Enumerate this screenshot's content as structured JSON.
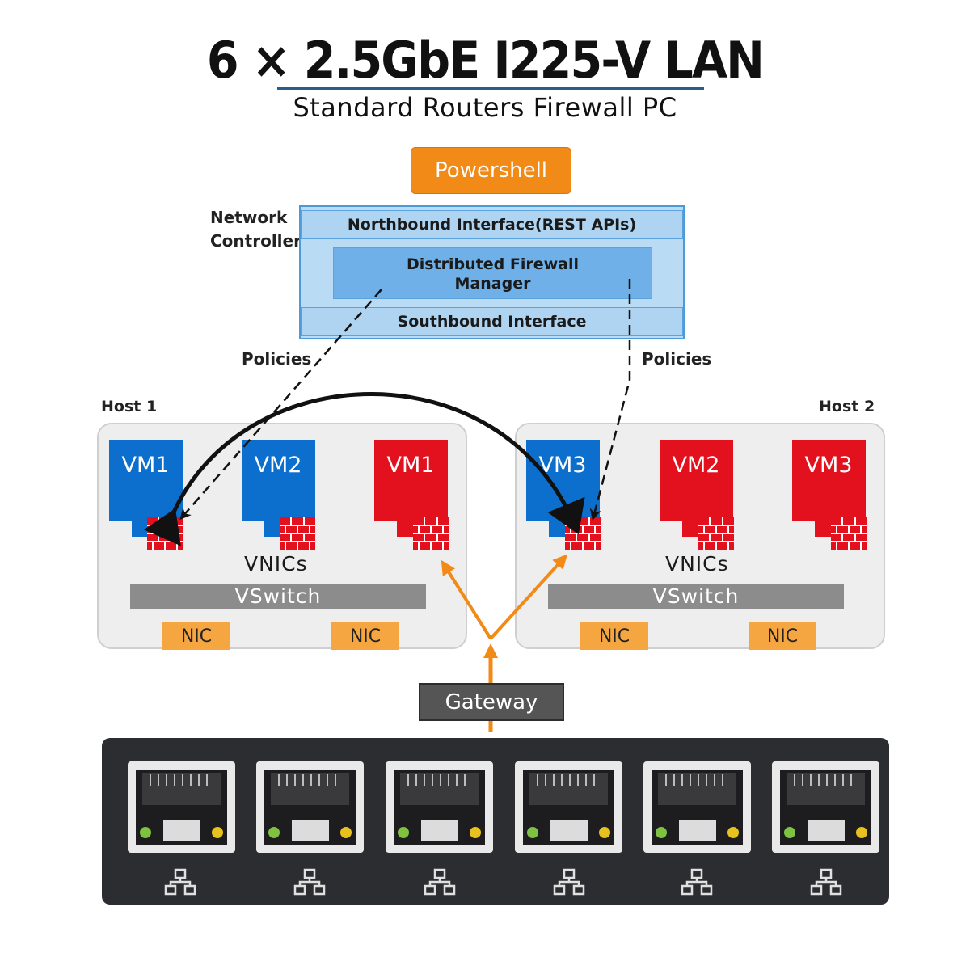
{
  "header": {
    "title": "6 × 2.5GbE I225-V LAN",
    "subtitle": "Standard Routers Firewall PC"
  },
  "powershell": {
    "label": "Powershell"
  },
  "network_controller": {
    "label_line1": "Network",
    "label_line2": "Controller",
    "northbound": "Northbound Interface(REST APIs)",
    "manager_line1": "Distributed Firewall",
    "manager_line2": "Manager",
    "southbound": "Southbound Interface"
  },
  "policies": {
    "left": "Policies",
    "right": "Policies"
  },
  "hosts": [
    {
      "label": "Host 1",
      "vms": [
        {
          "label": "VM1",
          "color": "#0d6fcd"
        },
        {
          "label": "VM2",
          "color": "#0d6fcd"
        },
        {
          "label": "VM1",
          "color": "#e3101e"
        }
      ],
      "vnics": "VNICs",
      "vswitch": "VSwitch",
      "nics": [
        "NIC",
        "NIC"
      ]
    },
    {
      "label": "Host 2",
      "vms": [
        {
          "label": "VM3",
          "color": "#0d6fcd"
        },
        {
          "label": "VM2",
          "color": "#e3101e"
        },
        {
          "label": "VM3",
          "color": "#e3101e"
        }
      ],
      "vnics": "VNICs",
      "vswitch": "VSwitch",
      "nics": [
        "NIC",
        "NIC"
      ]
    }
  ],
  "gateway": {
    "label": "Gateway"
  },
  "ports": {
    "count": 6
  },
  "colors": {
    "accent_orange": "#f28a17",
    "vm_blue": "#0d6fcd",
    "vm_red": "#e3101e",
    "firewall_red": "#e3101e",
    "controller_blue": "#b9dbf4"
  }
}
